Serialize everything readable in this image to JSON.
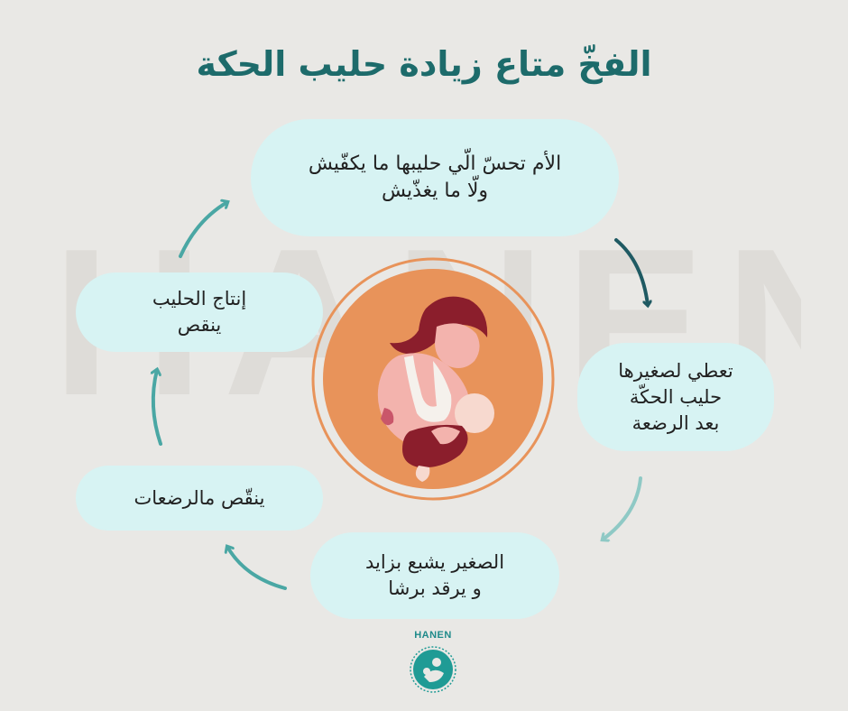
{
  "watermark": "HANEN",
  "title": "الفخّ متاع زيادة حليب الحكة",
  "cycle": {
    "step1": {
      "line1": "الأم تحسّ الّي حليبها ما يكفّيش",
      "line2": "ولّا ما يغذّيش"
    },
    "step2": {
      "line1": "تعطي لصغيرها",
      "line2": "حليب الحكّة",
      "line3": "بعد الرضعة"
    },
    "step3": {
      "line1": "الصغير يشبع بزايد",
      "line2": "و يرقد برشا"
    },
    "step4": {
      "line1": "ينقّص مالرضعات"
    },
    "step5": {
      "line1": "إنتاج الحليب",
      "line2": "ينقص"
    }
  },
  "logo": {
    "name": "HANEN"
  },
  "colors": {
    "background": "#e9e8e5",
    "title": "#1d6b6b",
    "bubble": "#d7f3f3",
    "arrow_dark": "#1f5a63",
    "arrow_light": "#8fc9c5",
    "circle": "#e8935a"
  }
}
